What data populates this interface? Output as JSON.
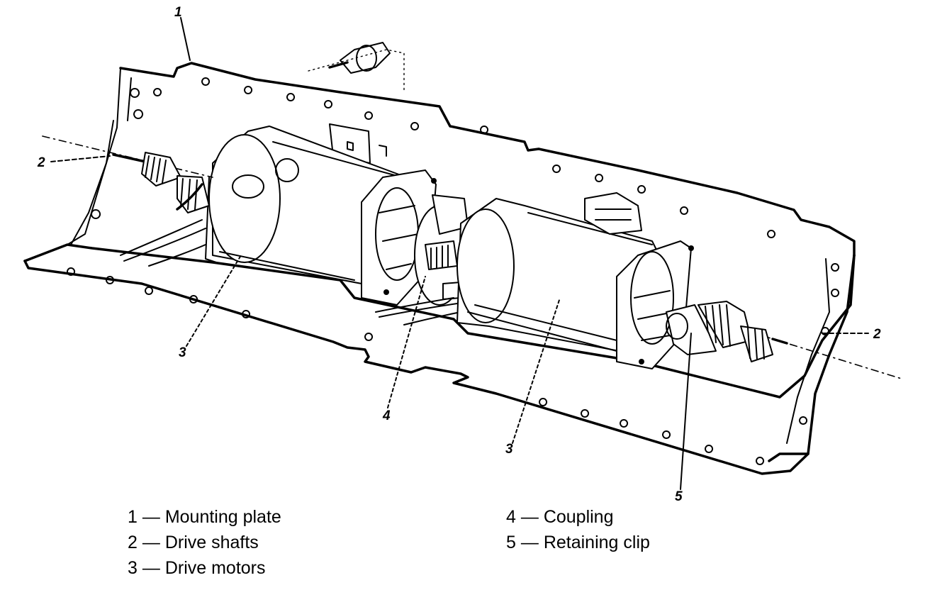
{
  "callouts": {
    "c1": "1",
    "c2_left": "2",
    "c2_right": "2",
    "c3_left": "3",
    "c3_right": "3",
    "c4": "4",
    "c5": "5"
  },
  "legend": [
    {
      "number": "1",
      "separator": "—",
      "text": "Mounting plate"
    },
    {
      "number": "2",
      "separator": "—",
      "text": "Drive shafts"
    },
    {
      "number": "3",
      "separator": "—",
      "text": "Drive motors"
    },
    {
      "number": "4",
      "separator": "—",
      "text": "Coupling"
    },
    {
      "number": "5",
      "separator": "—",
      "text": "Retaining clip"
    }
  ]
}
